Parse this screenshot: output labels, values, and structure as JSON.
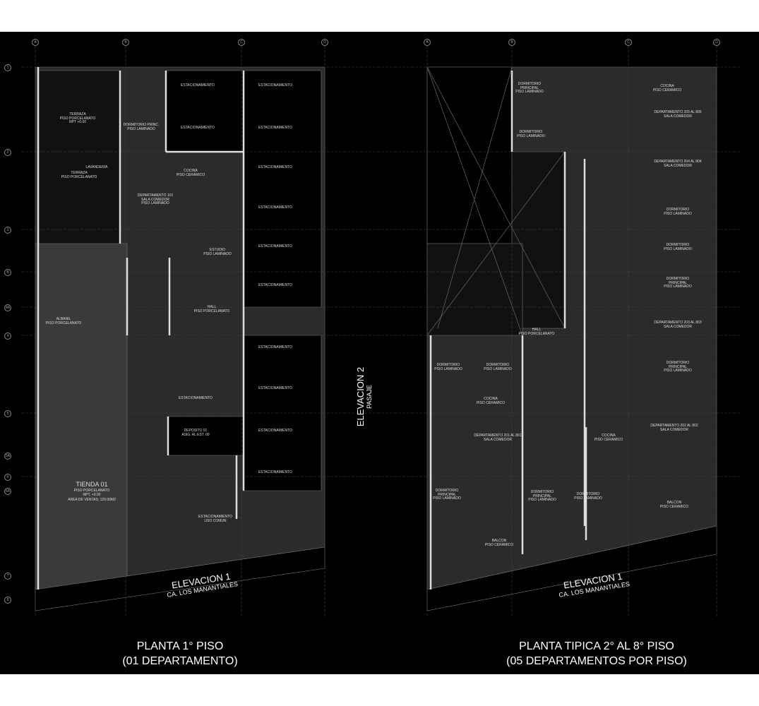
{
  "plan_left": {
    "title_line1": "PLANTA 1° PISO",
    "title_line2": "(01 DEPARTAMENTO)",
    "elevation1": "ELEVACION 1",
    "street": "CA. LOS MANANTIALES",
    "elevation2": "ELEVACION 2",
    "passage": "PASAJE",
    "rooms": {
      "terraza1": "TERRAZA\nPISO PORCELANATO\nNPT +0.00",
      "dormitorio": "DORMITORIO PRINC.\nPISO LAMINADO",
      "lavanderia": "LAVANDERIA",
      "terraza2": "TERRAZA\nPISO PORCELANATO",
      "cocina": "COCINA\nPISO CERAMICO",
      "departamento": "DEPARTAMENTO 101\nSALA COMEDOR\nPISO LAMINADO",
      "estudio": "ESTUDIO\nPISO LAMINADO",
      "hall": "HALL\nPISO PORCELANATO",
      "albanileria": "ALBANIL\nPISO PORCELANATO",
      "tienda": "TIENDA 01",
      "tienda_floor": "PISO PORCELANATO\nNPT. +0.00",
      "tienda_area": "AREA DE VENTAS: 120.00M2",
      "deposito": "DEPOSITO 01\nASIG. AL EST. 09",
      "est_comun": "ESTACIONAMIENTO\nUSO COMUN",
      "parking": "ESTACIONAMIENTO"
    }
  },
  "plan_right": {
    "title_line1": "PLANTA TIPICA 2° AL 8° PISO",
    "title_line2": "(05 DEPARTAMENTOS  POR PISO)",
    "elevation1": "ELEVACION 1",
    "street": "CA. LOS MANANTIALES",
    "rooms": {
      "d205": "DEPARTAMENTO 205 AL 805\nSALA COMEDOR",
      "d204": "DEPARTAMENTO 204 AL 804\nSALA COMEDOR",
      "d203": "DEPARTAMENTO 203 AL 803\nSALA COMEDOR",
      "d202": "DEPARTAMENTO 202 AL 802\nSALA COMEDOR",
      "d201": "DEPARTAMENTO 201 AL 801\nSALA COMEDOR",
      "dorm_principal": "DORMITORIO\nPRINCIPAL\nPISO LAMINADO",
      "dormitorio": "DORMITORIO\nPISO LAMINADO",
      "cocina": "COCINA\nPISO CERAMICO",
      "hall": "HALL\nPISO PORCELANATO",
      "balcon": "BALCON\nPISO CERAMICO"
    }
  },
  "grid_rows": [
    "1",
    "2",
    "3",
    "B",
    "4A",
    "4",
    "5",
    "5A",
    "6",
    "6A",
    "7",
    "8"
  ],
  "grid_cols": [
    "A",
    "B",
    "C",
    "D"
  ]
}
